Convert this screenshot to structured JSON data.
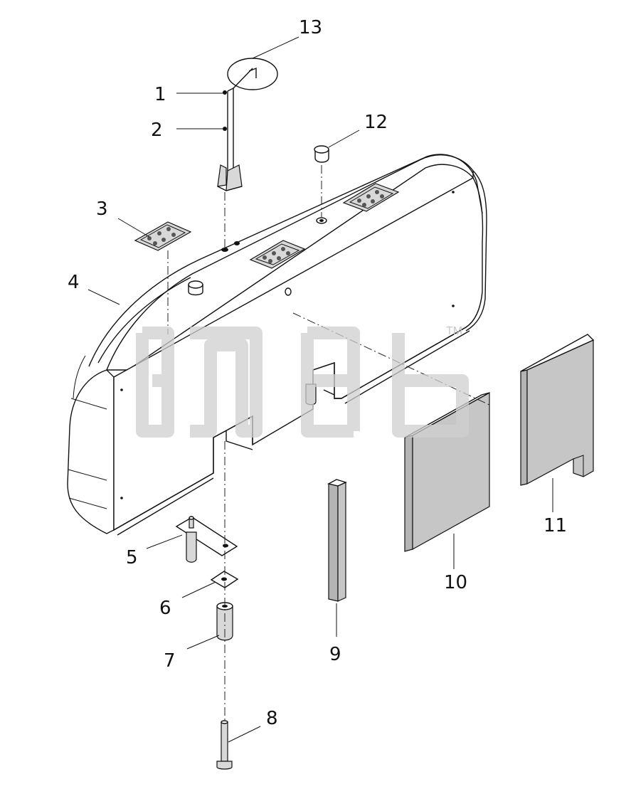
{
  "watermark": {
    "tm": "TM"
  },
  "labels": [
    "1",
    "2",
    "3",
    "4",
    "5",
    "6",
    "7",
    "8",
    "9",
    "10",
    "11",
    "12",
    "13"
  ],
  "colors": {
    "line": "#111111",
    "part_fill": "#d8d8d8",
    "watermark": "#cfcfcf"
  },
  "icons": {
    "body": "counterweight-body",
    "mirror": "mirror-assembly",
    "plug": "plug-cap",
    "pad": "anti-slip-pad"
  }
}
